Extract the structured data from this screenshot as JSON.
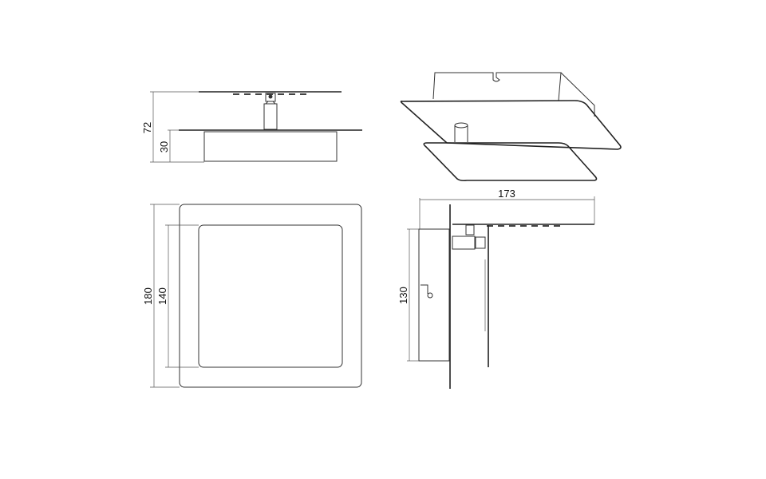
{
  "drawing": {
    "title": "Square wall/ceiling light technical drawing",
    "views": {
      "side_view": {
        "height_total": "72",
        "height_body": "30"
      },
      "isometric_view": {},
      "front_view": {
        "outer_size": "180",
        "inner_size": "140"
      },
      "profile_view": {
        "projection": "173",
        "body_height": "130"
      }
    },
    "line_color": "#333333",
    "background": "#ffffff"
  }
}
